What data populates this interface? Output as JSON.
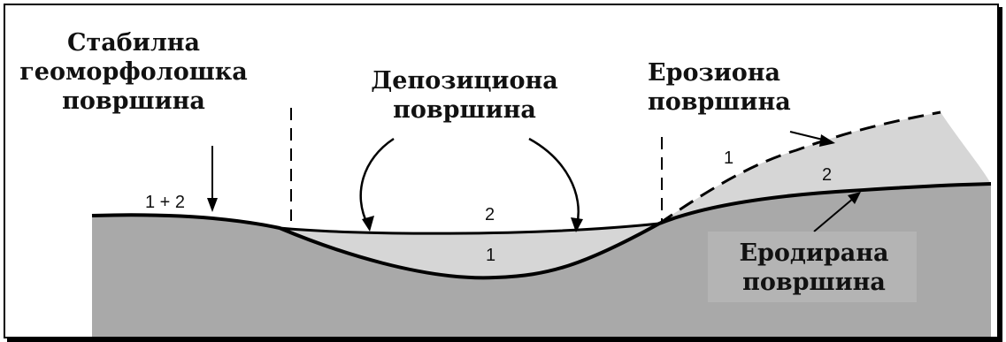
{
  "labels": {
    "stable": [
      "Стабилна",
      "геоморфолошка",
      "површина"
    ],
    "depositional": [
      "Депозициона",
      "површина"
    ],
    "erosional": [
      "Ерозиона",
      "површина"
    ],
    "eroded": [
      "Еродирана",
      "површина"
    ]
  },
  "numbers": {
    "stable": "1 + 2",
    "deposit_top": "2",
    "deposit_bottom": "1",
    "erosion_old": "1",
    "erosion_new": "2"
  },
  "colors": {
    "ground": "#a9a9a9",
    "removed_or_deposited": "#d6d6d6",
    "line": "#000000",
    "eroded_label_bg": "#bdbdbd"
  }
}
